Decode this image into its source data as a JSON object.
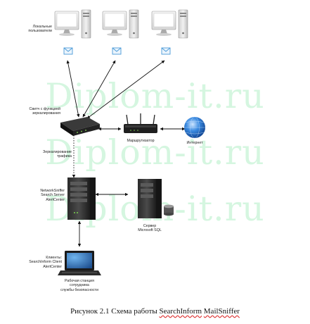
{
  "diagram": {
    "nodes": {
      "local_users": {
        "label": "Локальные\nпользователи"
      },
      "switch": {
        "label": "Свитч с функцией\nзеркалирования"
      },
      "mirroring": {
        "label": "Зеркалирование\nтрафика"
      },
      "router": {
        "label": "Маршрутизатор"
      },
      "internet": {
        "label": "Интернет"
      },
      "server_suite": {
        "label": "NetworkSniffer\nSearch Server\nAlertCenter"
      },
      "sql_server": {
        "label": "Сервер\nMicrosoft SQL"
      },
      "clients": {
        "label": "Клиенты:\nSearchInform Client\nAlertCenter"
      },
      "workstation": {
        "label": "Рабочая станция\nсотрудника\nслужбы безопасности"
      }
    },
    "edges": [
      {
        "from": "local_user_1",
        "to": "switch",
        "style": "double-arrow"
      },
      {
        "from": "local_user_2",
        "to": "switch",
        "style": "double-arrow"
      },
      {
        "from": "local_user_3",
        "to": "switch",
        "style": "double-arrow"
      },
      {
        "from": "switch",
        "to": "router",
        "style": "double-arrow"
      },
      {
        "from": "router",
        "to": "internet",
        "style": "double-arrow"
      },
      {
        "from": "switch",
        "to": "server_suite",
        "style": "dotted-arrow"
      },
      {
        "from": "server_suite",
        "to": "sql_server",
        "style": "double-arrow"
      },
      {
        "from": "server_suite",
        "to": "workstation",
        "style": "double-arrow"
      }
    ]
  },
  "watermark": {
    "text": "Diplom-it.ru"
  },
  "caption": {
    "prefix": "Рисунок 2.1 Схема работы ",
    "product1": "SearchInform",
    "space": " ",
    "product2": "MailSniffer"
  },
  "colors": {
    "globe": "#2f7fd6",
    "watermark": "#32d66a",
    "dark_device": "#1a1a1a",
    "arrow": "#111111",
    "envelope": "#4a9ad8"
  },
  "icons": {
    "user_pc": "desktop-computer-icon",
    "mail": "envelope-icon",
    "switch": "network-switch-icon",
    "router": "router-icon",
    "internet": "globe-icon",
    "server": "server-tower-icon",
    "db": "database-server-icon",
    "laptop": "laptop-icon"
  }
}
